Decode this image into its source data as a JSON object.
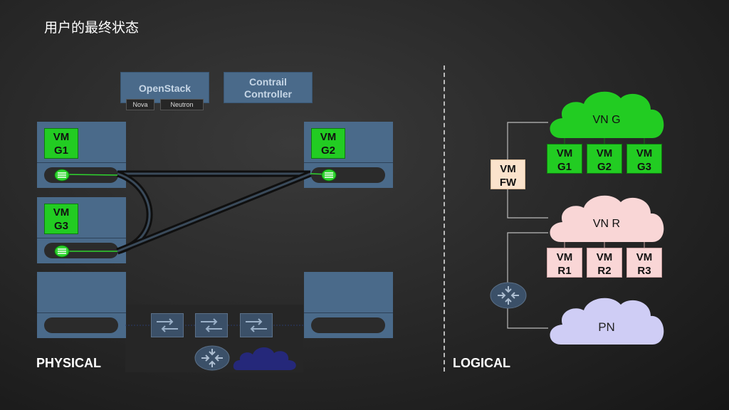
{
  "title": "用户的最终状态",
  "physical": {
    "label": "PHYSICAL",
    "openstack": {
      "title": "OpenStack",
      "sub": [
        "Nova",
        "Neutron"
      ]
    },
    "contrail": {
      "title": "Contrail\nController"
    },
    "vms": [
      {
        "id": "vm-g1",
        "label": "VM\nG1"
      },
      {
        "id": "vm-g2",
        "label": "VM\nG2"
      },
      {
        "id": "vm-g3",
        "label": "VM\nG3"
      }
    ]
  },
  "logical": {
    "label": "LOGICAL",
    "vn_g": {
      "label": "VN G",
      "vms": [
        "VM\nG1",
        "VM\nG2",
        "VM\nG3"
      ]
    },
    "vn_r": {
      "label": "VN R",
      "vms": [
        "VM\nR1",
        "VM\nR2",
        "VM\nR3"
      ]
    },
    "pn": {
      "label": "PN"
    },
    "fw": {
      "label": "VM\nFW"
    }
  },
  "colors": {
    "green": "#22cc22",
    "pink": "#f9d6d6",
    "lavender": "#cfcdf5",
    "fw": "#fbe3cc",
    "server": "#4a6a8a"
  }
}
